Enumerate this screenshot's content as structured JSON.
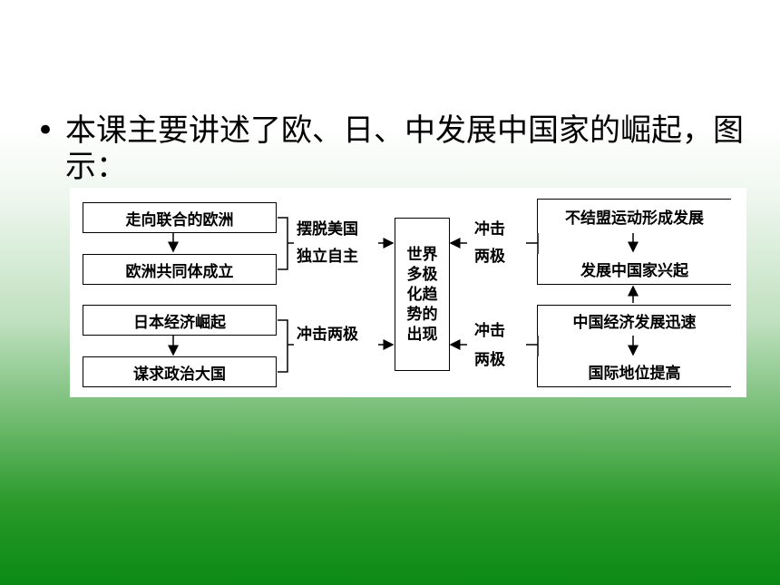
{
  "bullet": {
    "marker": "•",
    "text": "本课主要讲述了欧、日、中发展中国家的崛起，图示："
  },
  "diagram": {
    "left_boxes": [
      "走向联合的欧洲",
      "欧洲共同体成立",
      "日本经济崛起",
      "谋求政治大国"
    ],
    "right_boxes": [
      "不结盟运动形成发展",
      "发展中国家兴起",
      "中国经济发展迅速",
      "国际地位提高"
    ],
    "left_labels": {
      "top_line1": "摆脱美国",
      "top_line2": "独立自主",
      "bottom": "冲击两极"
    },
    "right_labels": {
      "top_line1": "冲击",
      "top_line2": "两极",
      "bottom_line1": "冲击",
      "bottom_line2": "两极"
    },
    "center_lines": [
      "世界",
      "多极",
      "化趋",
      "势的",
      "出现"
    ]
  }
}
